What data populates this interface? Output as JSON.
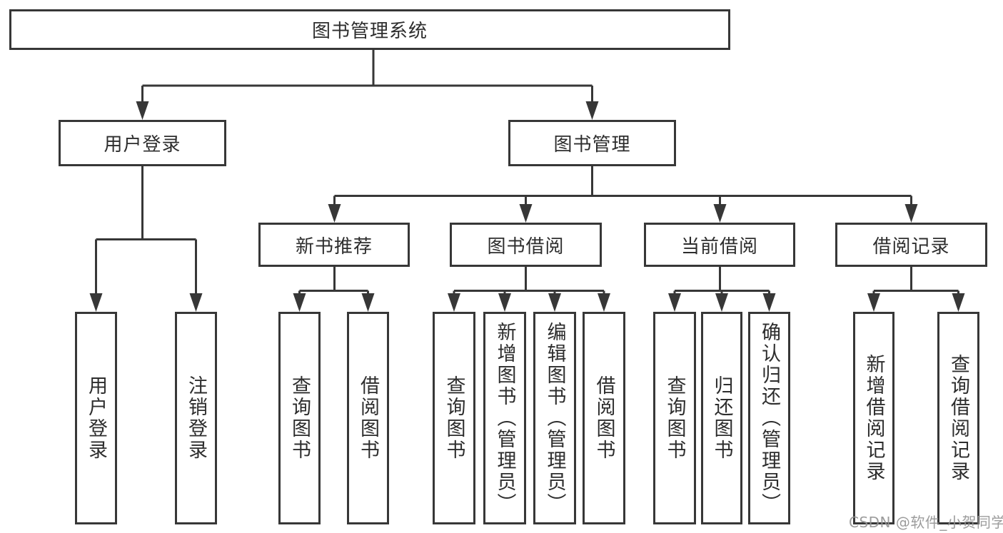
{
  "diagram": {
    "root": {
      "label": "图书管理系统"
    },
    "children": [
      {
        "label": "用户登录",
        "children": [
          {
            "label": "用户登录"
          },
          {
            "label": "注销登录"
          }
        ]
      },
      {
        "label": "图书管理",
        "children": [
          {
            "label": "新书推荐",
            "children": [
              {
                "label": "查询图书"
              },
              {
                "label": "借阅图书"
              }
            ]
          },
          {
            "label": "图书借阅",
            "children": [
              {
                "label": "查询图书"
              },
              {
                "label": "新增图书（管理员）"
              },
              {
                "label": "编辑图书（管理员）"
              },
              {
                "label": "借阅图书"
              }
            ]
          },
          {
            "label": "当前借阅",
            "children": [
              {
                "label": "查询图书"
              },
              {
                "label": "归还图书"
              },
              {
                "label": "确认归还（管理员）"
              }
            ]
          },
          {
            "label": "借阅记录",
            "children": [
              {
                "label": "新增借阅记录"
              },
              {
                "label": "查询借阅记录"
              }
            ]
          }
        ]
      }
    ]
  },
  "watermark": {
    "text": "CSDN @软件_小贺同学"
  },
  "colors": {
    "line": "#373737",
    "text": "#2d2d2d",
    "background": "#ffffff",
    "watermark": "#949494"
  }
}
